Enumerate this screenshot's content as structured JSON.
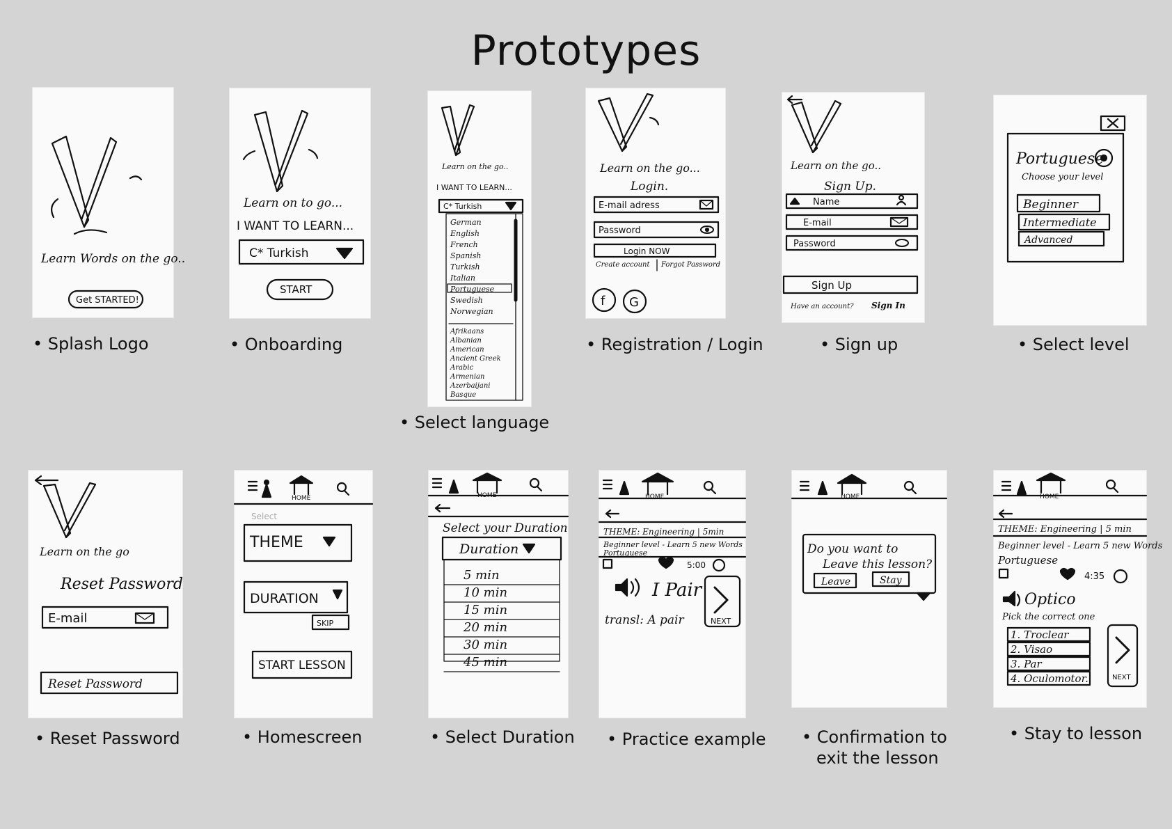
{
  "title": "Prototypes",
  "captions": {
    "c1": "• Splash Logo",
    "c2": "• Onboarding",
    "c3": "• Select language",
    "c4": "• Registration / Login",
    "c5": "• Sign up",
    "c6": "• Select level",
    "c7": "• Reset Password",
    "c8": "• Homescreen",
    "c9": "• Select Duration",
    "c10": "• Practice example",
    "c11a": "• Confirmation to",
    "c11b": "exit the lesson",
    "c12": "• Stay to lesson"
  },
  "splash": {
    "tagline": "Learn Words on the go..",
    "button": "Get STARTED!"
  },
  "onboarding": {
    "tagline": "Learn on to go...",
    "prompt": "I WANT TO LEARN...",
    "selected": "C* Turkish",
    "button": "START"
  },
  "language": {
    "tagline": "Learn on the go..",
    "prompt": "I WANT TO LEARN...",
    "selected": "C* Turkish",
    "options": [
      "German",
      "English",
      "French",
      "Spanish",
      "Turkish",
      "Italian",
      "Portuguese",
      "Swedish",
      "Norwegian",
      "Afrikaans",
      "Albanian",
      "American",
      "Ancient Greek",
      "Arabic",
      "Armenian",
      "Azerbaijani",
      "Basque"
    ]
  },
  "login": {
    "tagline": "Learn on the go...",
    "heading": "Login.",
    "email": "E-mail adress",
    "password": "Password",
    "button": "Login NOW",
    "create": "Create account",
    "forgot": "Forgot Password"
  },
  "signup": {
    "tagline": "Learn on the go..",
    "heading": "Sign Up.",
    "name": "Name",
    "email": "E-mail",
    "password": "Password",
    "button": "Sign Up",
    "have": "Have an account?",
    "signin": "Sign In"
  },
  "level": {
    "language": "Portuguese",
    "subtitle": "Choose your level",
    "options": [
      "Beginner",
      "Intermediate",
      "Advanced"
    ]
  },
  "reset": {
    "tagline": "Learn on the go",
    "heading": "Reset Password",
    "email": "E-mail",
    "button": "Reset Password"
  },
  "home": {
    "nav_home": "HOME",
    "faded": "Select",
    "theme": "THEME",
    "duration": "DURATION",
    "skip": "SKIP",
    "start": "START LESSON"
  },
  "duration": {
    "nav_home": "HOME",
    "heading": "Select your Duration",
    "dropdown": "Duration",
    "options": [
      "5 min",
      "10 min",
      "15 min",
      "20 min",
      "30 min",
      "45 min"
    ]
  },
  "practice": {
    "nav_home": "HOME",
    "theme": "THEME: Engineering | 5min",
    "level": "Beginner level - Learn 5 new Words",
    "language": "Portuguese",
    "timer": "5:00",
    "word": "I Pair",
    "translation": "transl: A pair",
    "next": "NEXT"
  },
  "confirm": {
    "nav_home": "HOME",
    "question1": "Do you want to",
    "question2": "Leave this lesson?",
    "leave": "Leave",
    "stay": "Stay"
  },
  "stay": {
    "nav_home": "HOME",
    "theme": "THEME: Engineering | 5 min",
    "level": "Beginner level - Learn 5 new Words",
    "language": "Portuguese",
    "timer": "4:35",
    "word": "Optico",
    "instruction": "Pick the correct one",
    "choices": [
      "1. Troclear",
      "2. Visao",
      "3. Par",
      "4. Oculomotor."
    ],
    "next": "NEXT"
  }
}
